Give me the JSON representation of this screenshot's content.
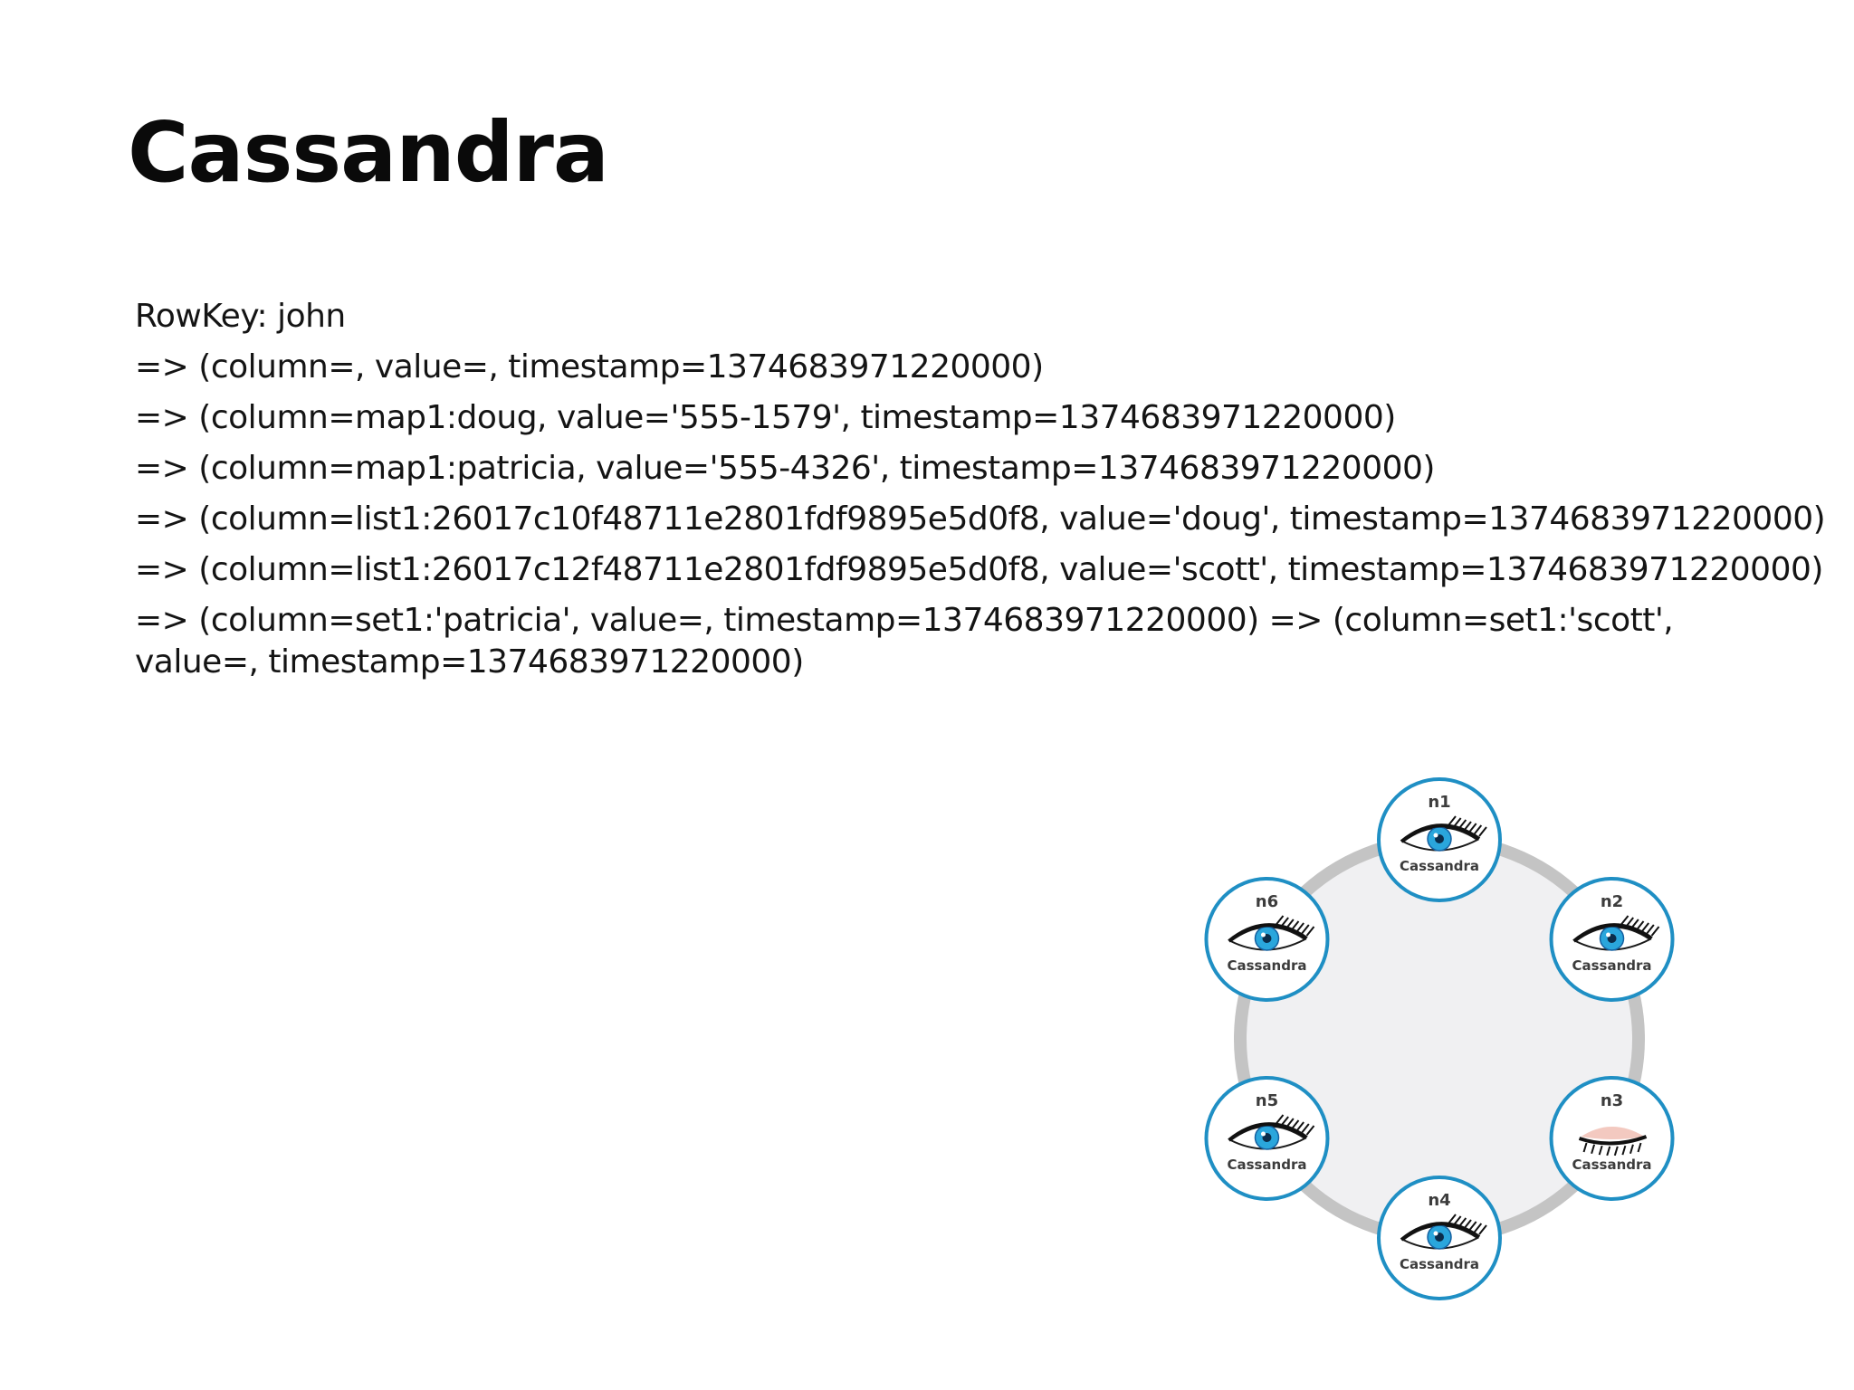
{
  "title": "Cassandra",
  "row_key_line": "RowKey: john",
  "columns": [
    "=> (column=, value=, timestamp=1374683971220000)",
    "=> (column=map1:doug, value='555-1579', timestamp=1374683971220000)",
    "=> (column=map1:patricia, value='555-4326', timestamp=1374683971220000)",
    "=> (column=list1:26017c10f48711e2801fdf9895e5d0f8, value='doug', timestamp=1374683971220000)",
    "=> (column=list1:26017c12f48711e2801fdf9895e5d0f8, value='scott', timestamp=1374683971220000)",
    "=> (column=set1:'patricia', value=, timestamp=1374683971220000) => (column=set1:'scott', value=, timestamp=1374683971220000)"
  ],
  "ring": {
    "nodes": [
      {
        "id": "n1",
        "brand": "Cassandra",
        "eye": "open"
      },
      {
        "id": "n2",
        "brand": "Cassandra",
        "eye": "open"
      },
      {
        "id": "n3",
        "brand": "Cassandra",
        "eye": "closed"
      },
      {
        "id": "n4",
        "brand": "Cassandra",
        "eye": "open"
      },
      {
        "id": "n5",
        "brand": "Cassandra",
        "eye": "open"
      },
      {
        "id": "n6",
        "brand": "Cassandra",
        "eye": "open"
      }
    ],
    "colors": {
      "node_border": "#1f8fc4",
      "ring": "#c4c4c4",
      "ring_fill": "#f0f0f2",
      "iris": "#2aa6dc"
    }
  }
}
